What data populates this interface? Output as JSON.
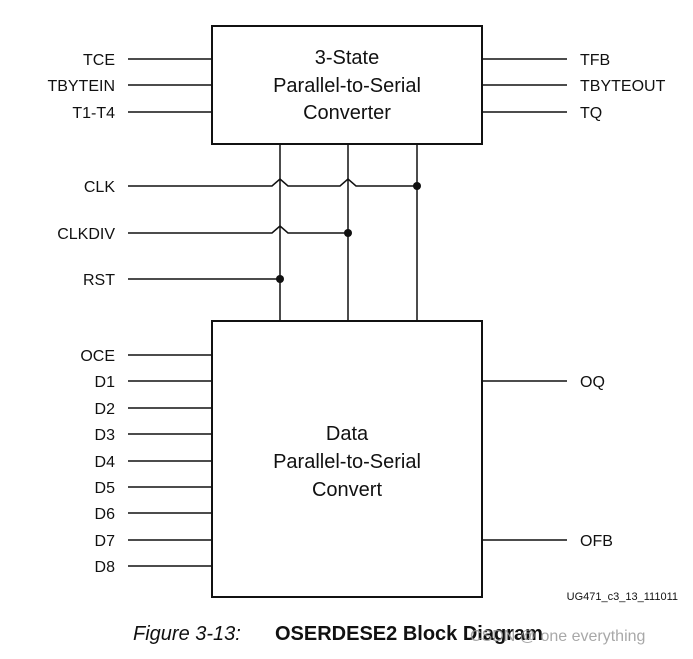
{
  "diagram": {
    "top_block": {
      "lines": [
        "3-State",
        "Parallel-to-Serial",
        "Converter"
      ]
    },
    "bottom_block": {
      "lines": [
        "Data",
        "Parallel-to-Serial",
        "Convert"
      ]
    },
    "top_inputs": [
      "TCE",
      "TBYTEIN",
      "T1-T4"
    ],
    "top_outputs": [
      "TFB",
      "TBYTEOUT",
      "TQ"
    ],
    "clock_inputs": [
      "CLK",
      "CLKDIV",
      "RST"
    ],
    "bottom_inputs": [
      "OCE",
      "D1",
      "D2",
      "D3",
      "D4",
      "D5",
      "D6",
      "D7",
      "D8"
    ],
    "bottom_outputs": [
      "OQ",
      "OFB"
    ],
    "figure_id": "UG471_c3_13_111011"
  },
  "caption": {
    "number": "Figure 3-13:",
    "title": "OSERDESE2 Block Diagram",
    "watermark": "CSDN @ one everything"
  }
}
